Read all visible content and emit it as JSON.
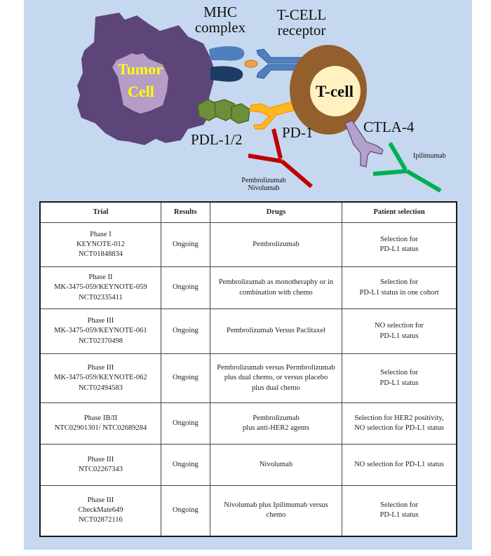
{
  "diagram": {
    "tumor_cell_label": [
      "Tumor",
      "Cell"
    ],
    "t_cell_label": "T-cell",
    "labels": {
      "mhc": [
        "MHC",
        "complex"
      ],
      "tcr": [
        "T-CELL",
        "receptor"
      ],
      "pdl": "PDL-1/2",
      "pd1": "PD-1",
      "ctla4": "CTLA-4",
      "ipilimumab": "Ipilimumab",
      "pembro_nivo": [
        "Pembrolizumab",
        "Nivolumab"
      ]
    },
    "colors": {
      "background": "#c6d8ef",
      "tumor_outer": "#5e4579",
      "tumor_inner": "#b59dc8",
      "tumor_text": "#ffff00",
      "mhc_light": "#4f7fbf",
      "mhc_dark": "#1c3b66",
      "antigen": "#f2a044",
      "pdl": "#6e8f3a",
      "pd1": "#ffb81c",
      "tcell_outer": "#925f2d",
      "tcell_inner": "#fff1c0",
      "ctla4": "#b3a0cc",
      "pembro_antibody": "#c00000",
      "ipi_antibody": "#00b050"
    }
  },
  "table": {
    "headers": [
      "Trial",
      "Results",
      "Drugs",
      "Patient selection"
    ],
    "rows": [
      {
        "trial": [
          "Phase I",
          "KEYNOTE-012",
          "NCT01848834"
        ],
        "results": "Ongoing",
        "drugs": [
          "Pembrolizumab"
        ],
        "selection": [
          "Selection for",
          "PD-L1 status"
        ]
      },
      {
        "trial": [
          "Phase II",
          "MK-3475-059/KEYNOTE-059",
          "NCT02335411"
        ],
        "results": "Ongoing",
        "drugs": [
          "Pembrolizumab as monotheraphy  or  in",
          "combination with chemo"
        ],
        "selection": [
          "Selection for",
          "PD-L1 status  in  one cohort"
        ]
      },
      {
        "trial": [
          "Phase III",
          "MK-3475-059/KEYNOTE-061",
          "NCT02370498"
        ],
        "results": "Ongoing",
        "drugs": [
          "Pembrolizumab Versus Paclitaxel"
        ],
        "selection": [
          "NO selection for",
          "PD-L1 status"
        ]
      },
      {
        "trial": [
          "Phase III",
          "MK-3475-059/KEYNOTE-062",
          "NCT02494583"
        ],
        "results": "Ongoing",
        "drugs": [
          "Pembrolizumab  versus Permbrolizumab",
          "plus dual chemo, or versus placebo",
          "plus dual chemo"
        ],
        "selection": [
          "Selection for",
          "PD-L1 status"
        ]
      },
      {
        "trial": [
          "Phase IB/II",
          "NTC02901301/ NTC02689284"
        ],
        "results": "Ongoing",
        "drugs": [
          "Pembrolizumab",
          "plus anti-HER2 agents"
        ],
        "selection": [
          "Selection for HER2 positivity,",
          "NO selection for PD-L1 status"
        ]
      },
      {
        "trial": [
          "Phase III",
          "NTC02267343"
        ],
        "results": "Ongoing",
        "drugs": [
          "Nivolumab"
        ],
        "selection": [
          "NO selection for PD-L1 status"
        ]
      },
      {
        "trial": [
          "Phase III",
          "CheckMate649",
          "NCT02872116"
        ],
        "results": "Ongoing",
        "drugs": [
          "Nivolumab plus Ipilimumab versus",
          "chemo"
        ],
        "selection": [
          "Selection for",
          "PD-L1 status"
        ]
      }
    ]
  }
}
